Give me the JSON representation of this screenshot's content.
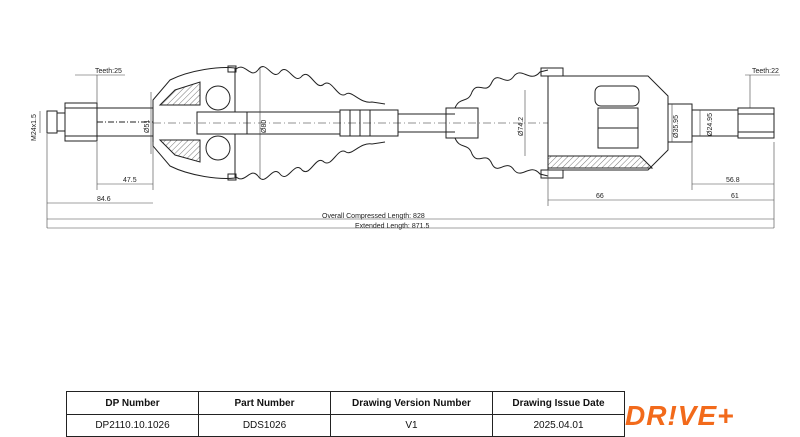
{
  "drawing": {
    "teeth_left": "Teeth:25",
    "teeth_right": "Teeth:22",
    "thread": "M24x1.5",
    "diameters": [
      "Ø51",
      "Ø80",
      "Ø74.2",
      "Ø35.95",
      "Ø24.95"
    ],
    "dims": {
      "d47_5": "47.5",
      "d84_6": "84.6",
      "d56_8": "56.8",
      "d66": "66",
      "d61": "61"
    },
    "overall_compressed": "Overall Compressed Length: 828",
    "extended": "Extended Length: 871.5"
  },
  "title_block": {
    "headers": [
      "DP Number",
      "Part Number",
      "Drawing Version Number",
      "Drawing Issue Date"
    ],
    "values": [
      "DP2110.10.1026",
      "DDS1026",
      "V1",
      "2025.04.01"
    ]
  },
  "logo": "DR!VE+",
  "colors": {
    "line": "#222222",
    "logo_orange": "#f26a1b",
    "hatch": "#555555"
  }
}
